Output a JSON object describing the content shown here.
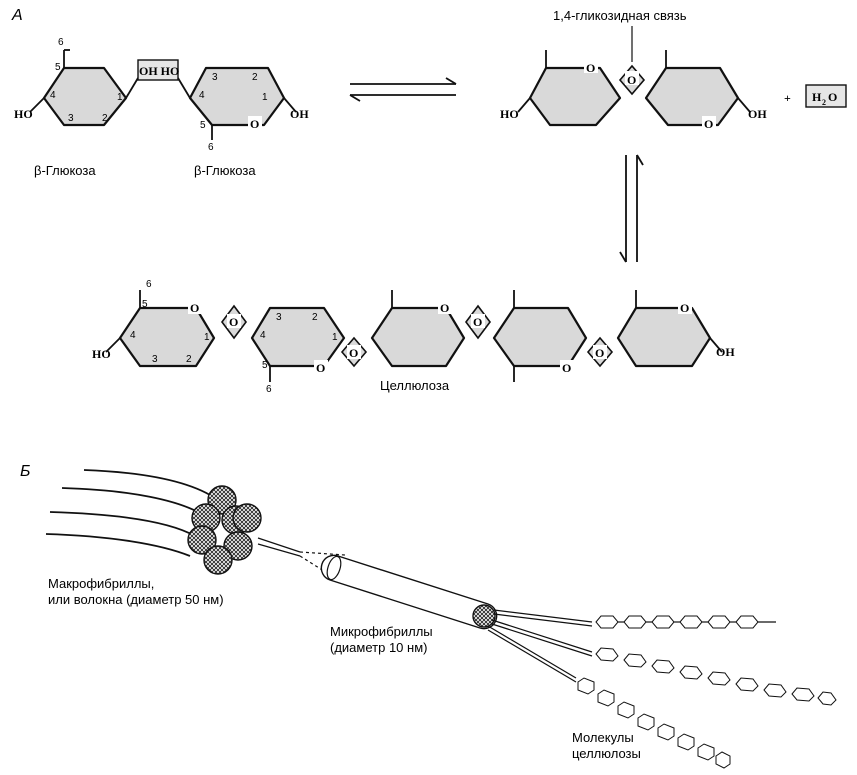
{
  "panels": {
    "a": "А",
    "b": "Б"
  },
  "labels": {
    "glycosidic_bond": "1,4-гликозидная связь",
    "glucose_left": "β-Глюкоза",
    "glucose_right": "β-Глюкоза",
    "cellulose": "Целлюлоза",
    "plus": "+",
    "water_h": "H",
    "water_2": "2",
    "water_o": "O",
    "oh_ho": "OH HO",
    "ho": "HO",
    "oh": "OH",
    "o": "O",
    "macro_line1": "Макрофибриллы,",
    "macro_line2": "или волокна (диаметр 50 нм)",
    "micro_line1": "Микрофибриллы",
    "micro_line2": "(диаметр 10 нм)",
    "mol_line1": "Молекулы",
    "mol_line2": "целлюлозы"
  },
  "carbon_numbers": {
    "c1": "1",
    "c2": "2",
    "c3": "3",
    "c4": "4",
    "c5": "5",
    "c6": "6"
  }
}
